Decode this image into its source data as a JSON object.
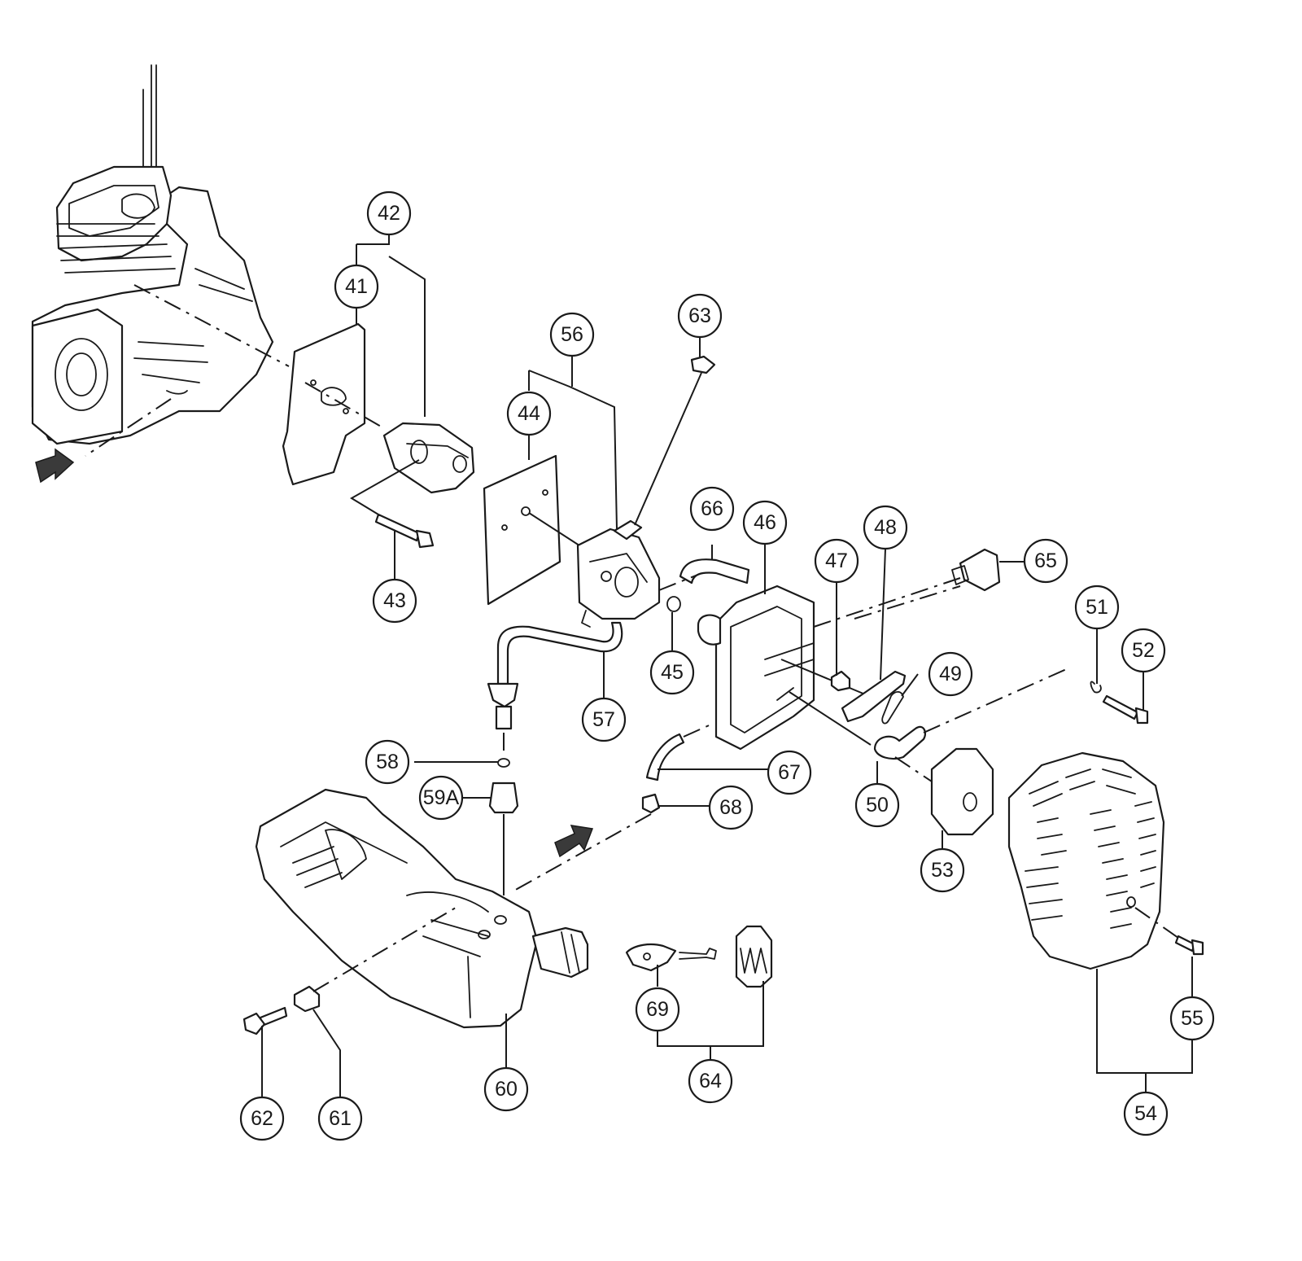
{
  "callouts": {
    "c41": "41",
    "c42": "42",
    "c43": "43",
    "c44": "44",
    "c45": "45",
    "c46": "46",
    "c47": "47",
    "c48": "48",
    "c49": "49",
    "c50": "50",
    "c51": "51",
    "c52": "52",
    "c53": "53",
    "c54": "54",
    "c55": "55",
    "c56": "56",
    "c57": "57",
    "c58": "58",
    "c59a": "59A",
    "c60": "60",
    "c61": "61",
    "c62": "62",
    "c63": "63",
    "c64": "64",
    "c65": "65",
    "c66": "66",
    "c67": "67",
    "c68": "68",
    "c69": "69"
  }
}
